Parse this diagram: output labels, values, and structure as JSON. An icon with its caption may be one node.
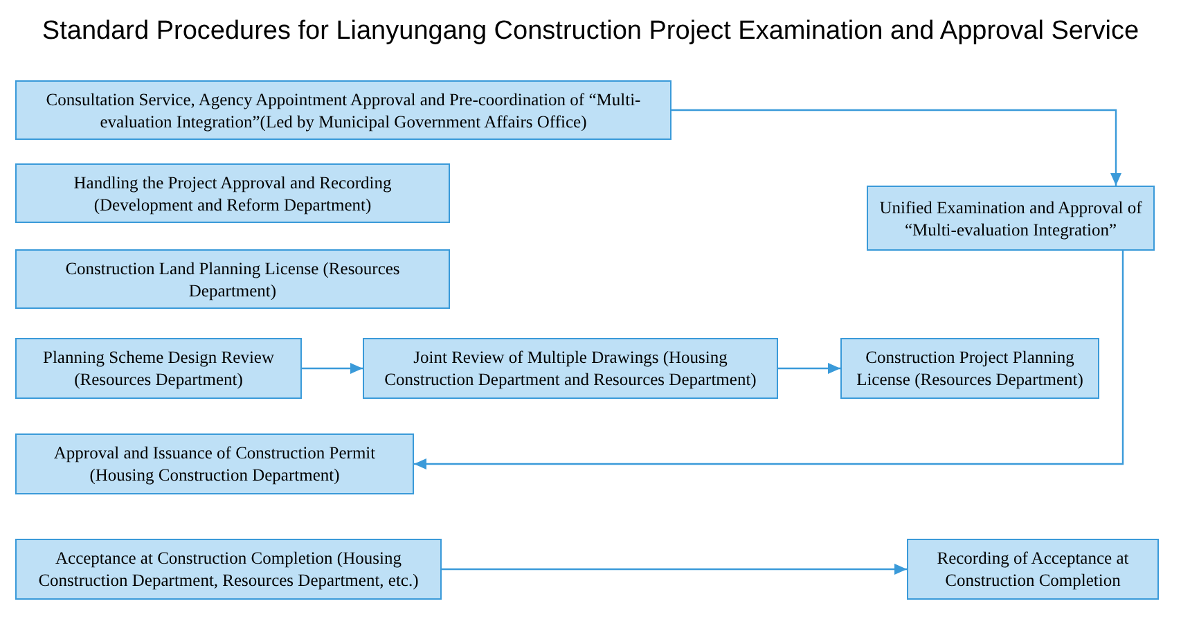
{
  "diagram": {
    "title": "Standard Procedures for Lianyungang Construction Project Examination and Approval Service",
    "nodes": [
      {
        "text": [
          "Consultation Service, Agency Appointment Approval and Pre-coordination of “Multi-evaluation Integration”(Led by Municipal Government Affairs Office)"
        ]
      },
      {
        "text": [
          "Handling the Project Approval and Recording (Development and Reform Department)"
        ]
      },
      {
        "text": [
          "Construction Land Planning License (Resources Department)"
        ]
      },
      {
        "text": [
          "Planning Scheme Design Review (Resources Department)"
        ]
      },
      {
        "text": [
          "Joint Review of Multiple Drawings (Housing Construction Department and Resources Department)"
        ]
      },
      {
        "text": [
          "Construction Project Planning License (Resources Department)"
        ]
      },
      {
        "text": [
          "Approval and Issuance of Construction Permit (Housing Construction Department)"
        ]
      },
      {
        "text": [
          "Acceptance at Construction Completion (Housing Construction Department, Resources Department, etc.)"
        ]
      },
      {
        "text": [
          "Recording of Acceptance at Construction Completion"
        ]
      },
      {
        "text": [
          "Unified Examination and Approval of “Multi-evaluation Integration”"
        ]
      }
    ],
    "edges": [
      {
        "from": 0,
        "to": 9,
        "arrow": "to"
      },
      {
        "from": 3,
        "to": 4,
        "arrow": "to"
      },
      {
        "from": 4,
        "to": 5,
        "arrow": "to"
      },
      {
        "from": 9,
        "to": 6,
        "arrow": "to"
      },
      {
        "from": 7,
        "to": 8,
        "arrow": "to"
      }
    ]
  }
}
